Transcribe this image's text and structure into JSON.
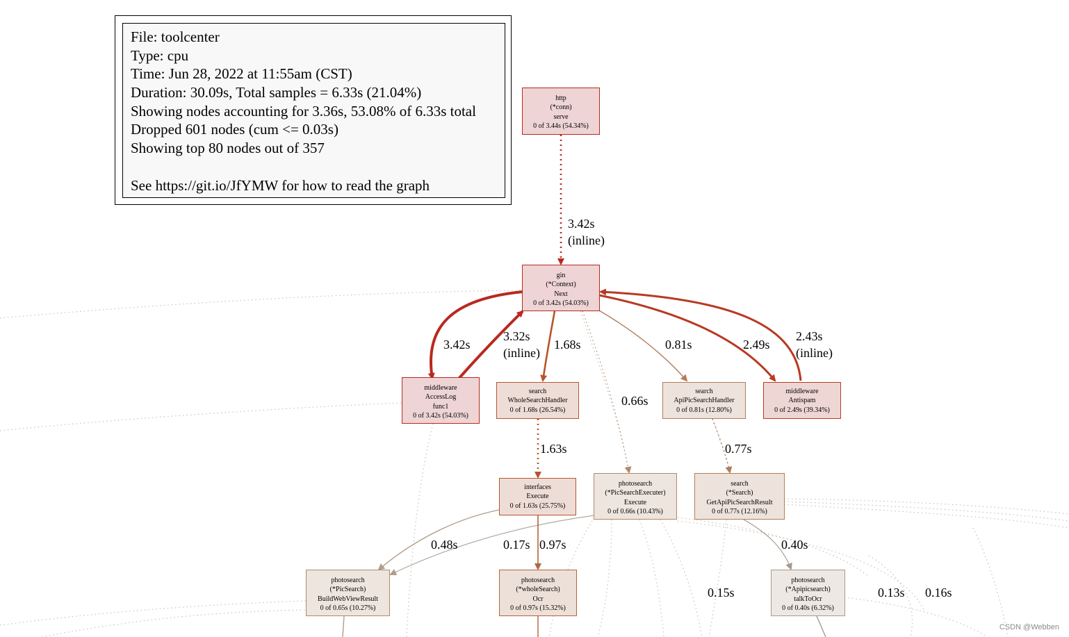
{
  "legend": {
    "lines": [
      "File: toolcenter",
      "Type: cpu",
      "Time: Jun 28, 2022 at 11:55am (CST)",
      "Duration: 30.09s, Total samples = 6.33s (21.04%)",
      "Showing nodes accounting for 3.36s, 53.08% of 6.33s total",
      "Dropped 601 nodes (cum <= 0.03s)",
      "Showing top 80 nodes out of 357",
      "",
      "See https://git.io/JfYMW for how to read the graph"
    ]
  },
  "nodes": [
    {
      "id": "http-serve",
      "lines": [
        "http",
        "(*conn)",
        "serve",
        "0 of 3.44s (54.34%)"
      ],
      "fill": "#eed4d4",
      "stroke": "#b8291f"
    },
    {
      "id": "gin-next",
      "lines": [
        "gin",
        "(*Context)",
        "Next",
        "0 of 3.42s (54.03%)"
      ],
      "fill": "#eed4d4",
      "stroke": "#b8291f"
    },
    {
      "id": "middleware-accesslog",
      "lines": [
        "middleware",
        "AccessLog",
        "func1",
        "0 of 3.42s (54.03%)"
      ],
      "fill": "#eed4d4",
      "stroke": "#b8291f"
    },
    {
      "id": "search-wholesearchhandler",
      "lines": [
        "search",
        "WholeSearchHandler",
        "0 of 1.68s (26.54%)"
      ],
      "fill": "#eeddd6",
      "stroke": "#b8542c"
    },
    {
      "id": "search-apipicsearchhandler",
      "lines": [
        "search",
        "ApiPicSearchHandler",
        "0 of 0.81s (12.80%)"
      ],
      "fill": "#ede3dc",
      "stroke": "#b27d58"
    },
    {
      "id": "middleware-antispam",
      "lines": [
        "middleware",
        "Antispam",
        "0 of 2.49s (39.34%)"
      ],
      "fill": "#eed6d4",
      "stroke": "#b83a22"
    },
    {
      "id": "interfaces-execute",
      "lines": [
        "interfaces",
        "Execute",
        "0 of 1.63s (25.75%)"
      ],
      "fill": "#eeddd6",
      "stroke": "#b8542c"
    },
    {
      "id": "photosearch-picsearchexecuter-execute",
      "lines": [
        "photosearch",
        "(*PicSearchExecuter)",
        "Execute",
        "0 of 0.66s (10.43%)"
      ],
      "fill": "#ede5de",
      "stroke": "#b2896a"
    },
    {
      "id": "search-getapipicsearchresult",
      "lines": [
        "search",
        "(*Search)",
        "GetApiPicSearchResult",
        "0 of 0.77s (12.16%)"
      ],
      "fill": "#ede3dc",
      "stroke": "#b27d58"
    },
    {
      "id": "photosearch-buildwebviewresult",
      "lines": [
        "photosearch",
        "(*PicSearch)",
        "BuildWebViewResult",
        "0 of 0.65s (10.27%)"
      ],
      "fill": "#ede5de",
      "stroke": "#b2896a"
    },
    {
      "id": "photosearch-wholesearch-ocr",
      "lines": [
        "photosearch",
        "(*wholeSearch)",
        "Ocr",
        "0 of 0.97s (15.32%)"
      ],
      "fill": "#ede0d8",
      "stroke": "#b2653d"
    },
    {
      "id": "photosearch-apipicsearch-talktoocr",
      "lines": [
        "photosearch",
        "(*Apipicsearch)",
        "talkToOcr",
        "0 of 0.40s (6.32%)"
      ],
      "fill": "#ede8e3",
      "stroke": "#a89a8c"
    }
  ],
  "edges": [
    {
      "label": [
        "3.42s",
        "(inline)"
      ],
      "color": "#b8291f"
    },
    {
      "label": [
        "3.42s"
      ],
      "color": "#b8291f"
    },
    {
      "label": [
        "3.32s",
        "(inline)"
      ],
      "color": "#b8291f"
    },
    {
      "label": [
        "1.68s"
      ],
      "color": "#b8542c"
    },
    {
      "label": [
        "0.66s"
      ],
      "color": "#b2896a"
    },
    {
      "label": [
        "0.81s"
      ],
      "color": "#b27d58"
    },
    {
      "label": [
        "2.49s"
      ],
      "color": "#b83a22"
    },
    {
      "label": [
        "2.43s",
        "(inline)"
      ],
      "color": "#b83a22"
    },
    {
      "label": [
        "1.63s"
      ],
      "color": "#b8542c"
    },
    {
      "label": [
        "0.77s"
      ],
      "color": "#b27d58"
    },
    {
      "label": [
        "0.48s"
      ],
      "color": "#b29d8a"
    },
    {
      "label": [
        "0.17s"
      ],
      "color": "#b2a89e"
    },
    {
      "label": [
        "0.97s"
      ],
      "color": "#b2653d"
    },
    {
      "label": [
        "0.40s"
      ],
      "color": "#a89a8c"
    },
    {
      "label": [
        "0.15s"
      ],
      "color": "#c8c0b8"
    },
    {
      "label": [
        "0.13s"
      ],
      "color": "#c8c0b8"
    },
    {
      "label": [
        "0.16s"
      ],
      "color": "#c8c0b8"
    }
  ],
  "watermark": "CSDN @Webben"
}
